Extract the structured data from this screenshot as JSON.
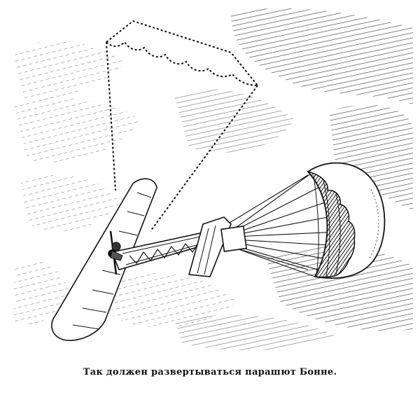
{
  "caption": "Так должен развертываться парашют Бонне.",
  "colors": {
    "ink": "#111111",
    "paper": "#ffffff",
    "cloud_shade": "#9a9a9a"
  },
  "figure": {
    "subject": "engraving",
    "elements": [
      "monoplane",
      "dashed-canopy-outline",
      "deployed-parachute",
      "suspension-lines",
      "pilot",
      "cloud-hatching"
    ]
  }
}
